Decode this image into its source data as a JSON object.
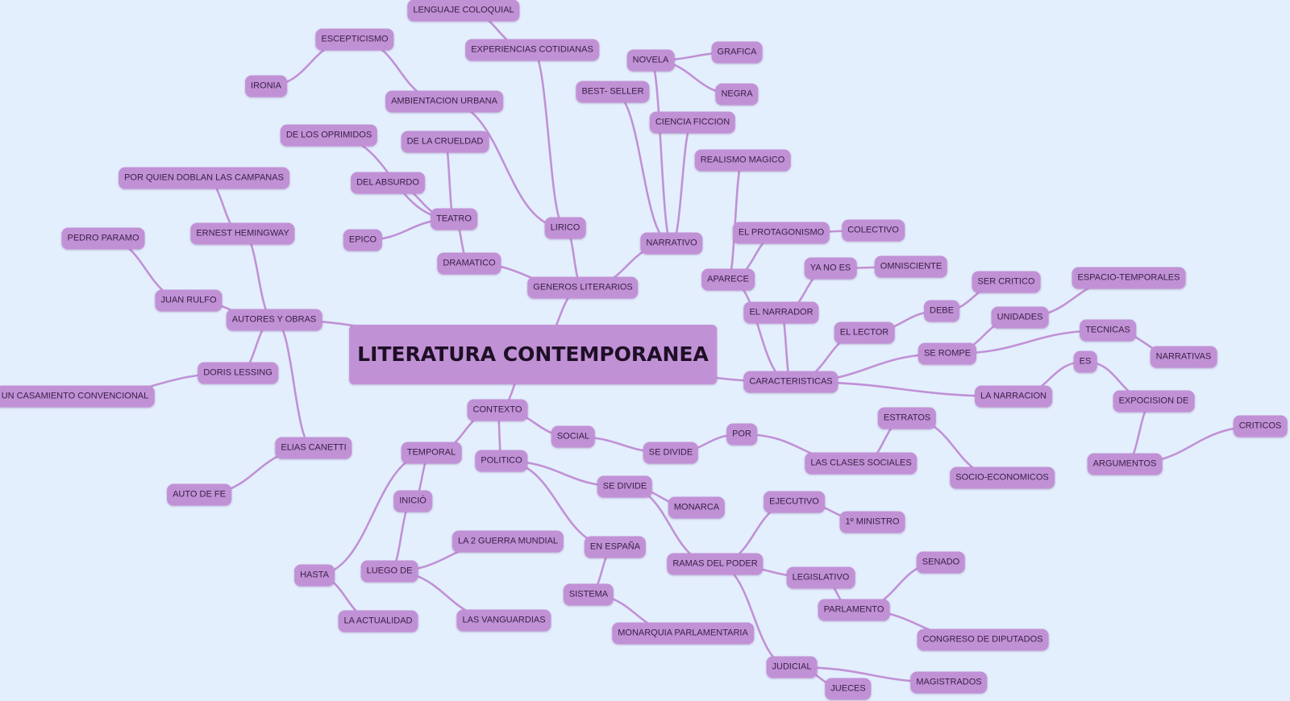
{
  "root": "LITERATURA CONTEMPORANEA",
  "nodes": {
    "lenguaje_coloquial": "LENGUAJE COLOQUIAL",
    "experiencias_cotidianas": "EXPERIENCIAS COTIDIANAS",
    "escepticismo": "ESCEPTICISMO",
    "ironia": "IRONIA",
    "ambientacion_urbana": "AMBIENTACION URBANA",
    "novela": "NOVELA",
    "grafica": "GRAFICA",
    "negra": "NEGRA",
    "best_seller": "BEST- SELLER",
    "ciencia_ficcion": "CIENCIA FICCION",
    "de_los_oprimidos": "DE LOS OPRIMIDOS",
    "de_la_crueldad": "DE LA CRUELDAD",
    "realismo_magico": "REALISMO MAGICO",
    "por_quien": "POR QUIEN DOBLAN LAS CAMPANAS",
    "del_absurdo": "DEL ABSURDO",
    "teatro": "TEATRO",
    "lirico": "LIRICO",
    "el_protagonismo": "EL PROTAGONISMO",
    "colectivo": "COLECTIVO",
    "ernest_hemingway": "ERNEST HEMINGWAY",
    "pedro_paramo": "PEDRO PARAMO",
    "epico": "EPICO",
    "narrativo": "NARRATIVO",
    "dramatico": "DRAMATICO",
    "ya_no_es": "YA NO ES",
    "omnisciente": "OMNISCIENTE",
    "aparece": "APARECE",
    "generos_literarios": "GENEROS LITERARIOS",
    "ser_critico": "SER CRITICO",
    "espacio_temporales": "ESPACIO-TEMPORALES",
    "juan_rulfo": "JUAN RULFO",
    "el_narrador": "EL NARRADOR",
    "debe": "DEBE",
    "unidades": "UNIDADES",
    "autores_y_obras": "AUTORES Y OBRAS",
    "tecnicas": "TECNICAS",
    "el_lector": "EL LECTOR",
    "se_rompe": "SE ROMPE",
    "narrativas": "NARRATIVAS",
    "es": "ES",
    "doris_lessing": "DORIS LESSING",
    "caracteristicas": "CARACTERISTICAS",
    "un_casamiento": "UN CASAMIENTO CONVENCIONAL",
    "la_narracion": "LA NARRACION",
    "expocision_de": "EXPOCISION DE",
    "contexto": "CONTEXTO",
    "estratos": "ESTRATOS",
    "criticos": "CRITICOS",
    "social": "SOCIAL",
    "por": "POR",
    "elias_canetti": "ELIAS CANETTI",
    "temporal": "TEMPORAL",
    "se_divide_social": "SE DIVIDE",
    "politico": "POLITICO",
    "las_clases_sociales": "LAS CLASES SOCIALES",
    "argumentos": "ARGUMENTOS",
    "socio_economicos": "SOCIO-ECONOMICOS",
    "se_divide_politico": "SE DIVIDE",
    "auto_de_fe": "AUTO DE FE",
    "inicio": "INICIÓ",
    "monarca": "MONARCA",
    "ejecutivo": "EJECUTIVO",
    "primer_ministro": "1º MINISTRO",
    "la_2_guerra": "LA 2 GUERRA MUNDIAL",
    "en_espana": "EN ESPAÑA",
    "senado": "SENADO",
    "ramas_del_poder": "RAMAS DEL PODER",
    "hasta": "HASTA",
    "luego_de": "LUEGO DE",
    "legislativo": "LEGISLATIVO",
    "sistema": "SISTEMA",
    "parlamento": "PARLAMENTO",
    "la_actualidad": "LA ACTUALIDAD",
    "las_vanguardias": "LAS VANGUARDIAS",
    "monarquia_parlamentaria": "MONARQUIA PARLAMENTARIA",
    "congreso": "CONGRESO DE DIPUTADOS",
    "judicial": "JUDICIAL",
    "magistrados": "MAGISTRADOS",
    "jueces": "JUECES"
  }
}
